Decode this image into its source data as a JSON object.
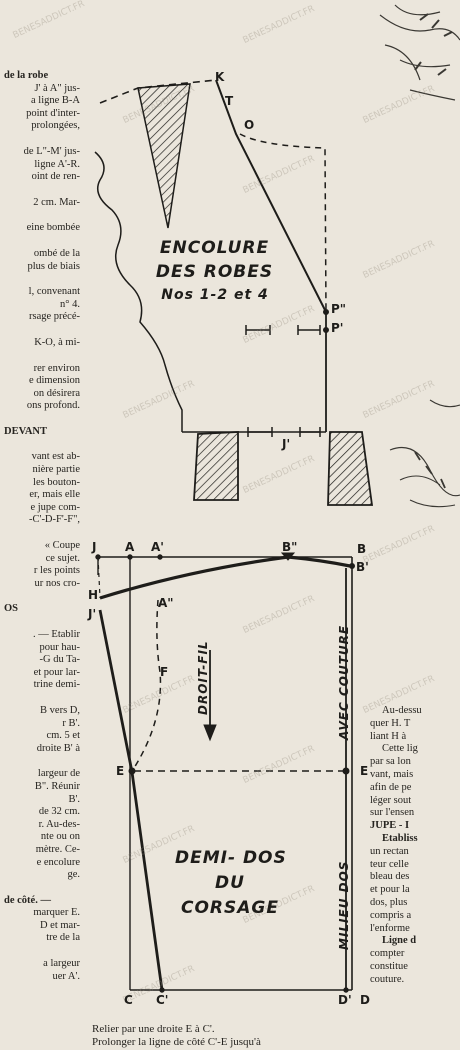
{
  "watermark": "BENESADDICT.FR",
  "left_column": {
    "lines": [
      {
        "text": "de la robe",
        "kind": "bold"
      },
      {
        "text": "J' à A\" jus-"
      },
      {
        "text": "a ligne B-A"
      },
      {
        "text": "point d'inter-"
      },
      {
        "text": "prolongées,"
      },
      {
        "text": "",
        "kind": "gap"
      },
      {
        "text": "de L\"-M' jus-"
      },
      {
        "text": "ligne A'-R."
      },
      {
        "text": "oint de ren-"
      },
      {
        "text": "",
        "kind": "gap"
      },
      {
        "text": "2 cm. Mar-"
      },
      {
        "text": "",
        "kind": "gap"
      },
      {
        "text": "eine bombée"
      },
      {
        "text": "",
        "kind": "gap"
      },
      {
        "text": "ombé de la"
      },
      {
        "text": "plus de biais"
      },
      {
        "text": "",
        "kind": "gap"
      },
      {
        "text": "l, convenant"
      },
      {
        "text": "n° 4."
      },
      {
        "text": "rsage précé-"
      },
      {
        "text": "",
        "kind": "gap"
      },
      {
        "text": "K-O, à mi-"
      },
      {
        "text": "",
        "kind": "gap"
      },
      {
        "text": "rer environ"
      },
      {
        "text": "e dimension"
      },
      {
        "text": "on désirera"
      },
      {
        "text": "ons profond."
      },
      {
        "text": "",
        "kind": "gap"
      },
      {
        "text": "DEVANT",
        "kind": "heading"
      },
      {
        "text": "",
        "kind": "gap"
      },
      {
        "text": "vant est ab-"
      },
      {
        "text": "nière partie"
      },
      {
        "text": "les bouton-"
      },
      {
        "text": "er, mais elle"
      },
      {
        "text": "e jupe com-"
      },
      {
        "text": "-C'-D-F'-F\","
      },
      {
        "text": "",
        "kind": "gap"
      },
      {
        "text": "« Coupe"
      },
      {
        "text": "ce sujet."
      },
      {
        "text": "r les points"
      },
      {
        "text": "ur nos cro-"
      },
      {
        "text": "",
        "kind": "gap"
      },
      {
        "text": "OS",
        "kind": "heading"
      },
      {
        "text": "",
        "kind": "gap"
      },
      {
        "text": ". — Etablir"
      },
      {
        "text": "pour hau-"
      },
      {
        "text": "-G du Ta-"
      },
      {
        "text": "et pour lar-"
      },
      {
        "text": "trine demi-"
      },
      {
        "text": "",
        "kind": "gap"
      },
      {
        "text": "B vers D,"
      },
      {
        "text": "r B'."
      },
      {
        "text": "cm. 5 et"
      },
      {
        "text": "droite B' à"
      },
      {
        "text": "",
        "kind": "gap"
      },
      {
        "text": "largeur de"
      },
      {
        "text": "B\". Réunir"
      },
      {
        "text": "B'."
      },
      {
        "text": "de 32 cm."
      },
      {
        "text": "r. Au-des-"
      },
      {
        "text": "nte ou on"
      },
      {
        "text": "mètre. Ce-"
      },
      {
        "text": "e encolure"
      },
      {
        "text": "ge."
      },
      {
        "text": "",
        "kind": "gap"
      },
      {
        "text": "de côté. —",
        "kind": "bold"
      },
      {
        "text": "marquer E."
      },
      {
        "text": "D et mar-"
      },
      {
        "text": "tre de la"
      },
      {
        "text": "",
        "kind": "gap"
      },
      {
        "text": "a largeur"
      },
      {
        "text": "uer A'."
      }
    ]
  },
  "right_column": {
    "lines": [
      {
        "text": "Au-dessu",
        "kind": "indent"
      },
      {
        "text": "quer H. T"
      },
      {
        "text": "liant H à"
      },
      {
        "text": "Cette lig",
        "kind": "indent"
      },
      {
        "text": "par sa lon"
      },
      {
        "text": "vant, mais"
      },
      {
        "text": "afin de pe"
      },
      {
        "text": "léger sout"
      },
      {
        "text": "sur l'ensen"
      },
      {
        "text": "JUPE - I",
        "kind": "heading"
      },
      {
        "text": "Etabliss",
        "kind": "heading-indent"
      },
      {
        "text": "un rectan"
      },
      {
        "text": "teur celle"
      },
      {
        "text": "bleau des"
      },
      {
        "text": "et pour la"
      },
      {
        "text": "dos, plus"
      },
      {
        "text": "compris a"
      },
      {
        "text": "l'enforme"
      },
      {
        "text": "Ligne d",
        "kind": "heading-indent"
      },
      {
        "text": "compter"
      },
      {
        "text": "constitue"
      },
      {
        "text": "couture."
      }
    ]
  },
  "caption": {
    "lines": [
      "Relier par une droite E à C'.",
      "Prolonger la ligne de côté C'-E jusqu'à"
    ]
  },
  "upper_pattern": {
    "title_lines": [
      "ENCOLURE",
      "DES ROBES",
      "Nos 1-2 et 4"
    ],
    "points": {
      "K": "K",
      "T": "T",
      "O": "O",
      "P2": "P\"",
      "P1": "P'",
      "J": "J'"
    }
  },
  "lower_pattern": {
    "title_lines": [
      "DEMI- DOS",
      "DU",
      "CORSAGE"
    ],
    "vertical_droit_fil": "DROIT-FIL",
    "vertical_avec_couture": "AVEC COUTURE",
    "vertical_milieu_dos": "MILIEU    DOS",
    "points": {
      "J": "J",
      "A": "A",
      "A1": "A'",
      "B2": "B\"",
      "B": "B",
      "B1": "B'",
      "H": "H",
      "J1": "J'",
      "A2": "A\"",
      "F": "F",
      "E_left": "E",
      "E_right": "E",
      "C": "C",
      "C1": "C'",
      "D1": "D'",
      "D": "D"
    }
  },
  "colors": {
    "paper": "#ebe6dc",
    "ink": "#1e1d1a",
    "text": "#262420"
  }
}
